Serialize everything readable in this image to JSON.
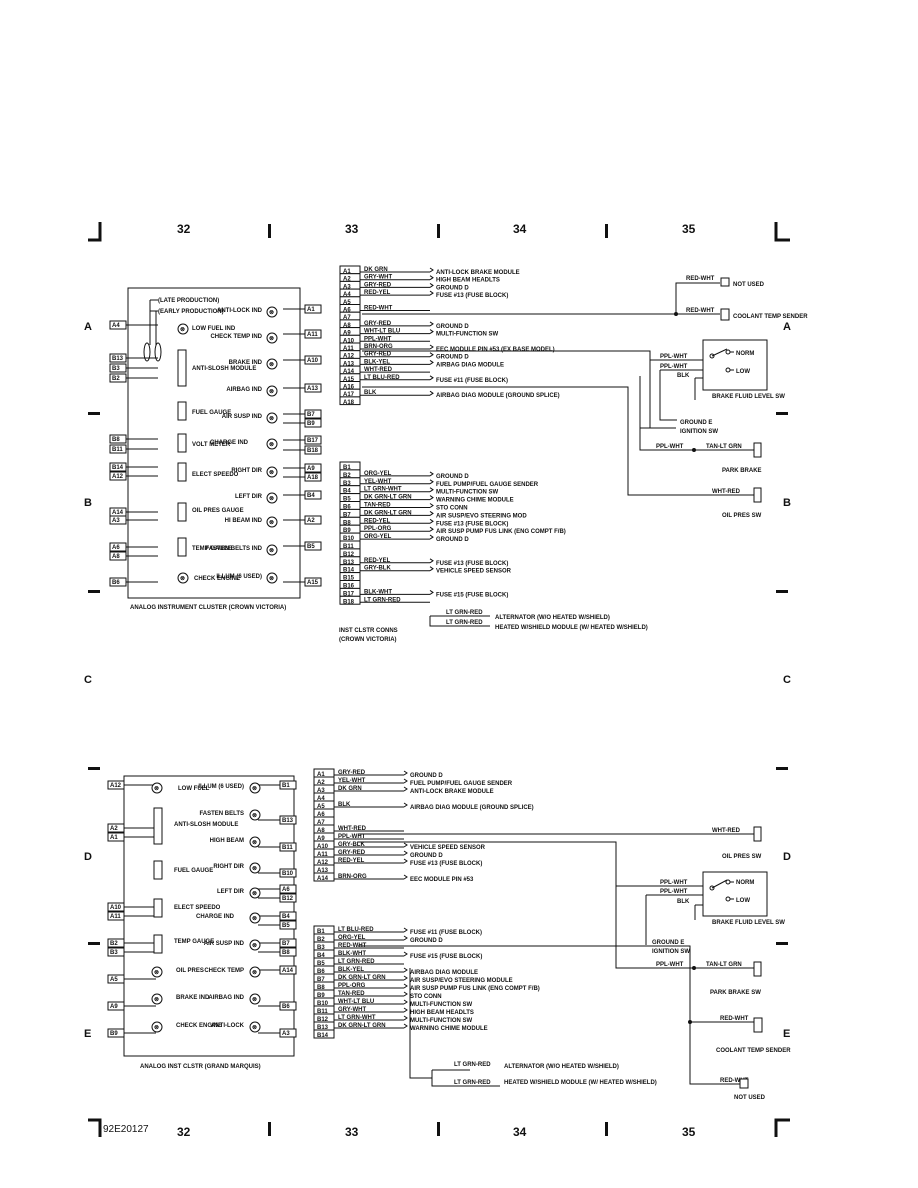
{
  "page_id": "92E20127",
  "grid": {
    "columns": [
      "32",
      "33",
      "34",
      "35"
    ],
    "rows": [
      "A",
      "B",
      "C",
      "D",
      "E"
    ]
  },
  "top_cluster": {
    "title": "ANALOG INSTRUMENT CLUSTER (CROWN VICTORIA)",
    "notes": [
      "(LATE PRODUCTION)",
      "(EARLY PRODUCTION)"
    ],
    "left_pins": [
      "A4",
      "B13",
      "B3",
      "B2",
      "B8",
      "B11",
      "B14",
      "A12",
      "A14",
      "A3",
      "A6",
      "A8",
      "B6"
    ],
    "right_pins": [
      "A1",
      "A11",
      "A10",
      "A13",
      "B7",
      "B9",
      "B17",
      "B18",
      "A9",
      "A18",
      "B4",
      "A2",
      "B5",
      "A15"
    ],
    "left_components": [
      "LOW FUEL IND",
      "ANTI-SLOSH MODULE",
      "FUEL GAUGE",
      "VOLT METER",
      "ELECT SPEEDO",
      "OIL PRES GAUGE",
      "TEMP GAUGE",
      "CHECK ENGINE"
    ],
    "right_components": [
      "ANTI-LOCK IND",
      "CHECK TEMP IND",
      "BRAKE IND",
      "AIRBAG IND",
      "AIR SUSP IND",
      "CHARGE IND",
      "RIGHT DIR",
      "LEFT DIR",
      "HI BEAM IND",
      "FASTEN BELTS IND",
      "ILLUM (6 USED)"
    ],
    "connector_caption": [
      "INST CLSTR CONNS",
      "(CROWN VICTORIA)"
    ],
    "a_pins": [
      {
        "pin": "A1",
        "wire": "DK GRN",
        "dest": "ANTI-LOCK BRAKE MODULE"
      },
      {
        "pin": "A2",
        "wire": "GRY-WHT",
        "dest": "HIGH BEAM HEADLTS"
      },
      {
        "pin": "A3",
        "wire": "GRY-RED",
        "dest": "GROUND D"
      },
      {
        "pin": "A4",
        "wire": "RED-YEL",
        "dest": "FUSE #13 (FUSE BLOCK)"
      },
      {
        "pin": "A5",
        "wire": "",
        "dest": ""
      },
      {
        "pin": "A6",
        "wire": "RED-WHT",
        "dest": ""
      },
      {
        "pin": "A7",
        "wire": "",
        "dest": ""
      },
      {
        "pin": "A8",
        "wire": "GRY-RED",
        "dest": "GROUND D"
      },
      {
        "pin": "A9",
        "wire": "WHT-LT BLU",
        "dest": "MULTI-FUNCTION SW"
      },
      {
        "pin": "A10",
        "wire": "PPL-WHT",
        "dest": ""
      },
      {
        "pin": "A11",
        "wire": "BRN-ORG",
        "dest": "EEC MODULE PIN #53 (EX BASE MODEL)"
      },
      {
        "pin": "A12",
        "wire": "GRY-RED",
        "dest": "GROUND D"
      },
      {
        "pin": "A13",
        "wire": "BLK-YEL",
        "dest": "AIRBAG DIAG MODULE"
      },
      {
        "pin": "A14",
        "wire": "WHT-RED",
        "dest": ""
      },
      {
        "pin": "A15",
        "wire": "LT BLU-RED",
        "dest": "FUSE #11 (FUSE BLOCK)"
      },
      {
        "pin": "A16",
        "wire": "",
        "dest": ""
      },
      {
        "pin": "A17",
        "wire": "BLK",
        "dest": "AIRBAG DIAG MODULE (GROUND SPLICE)"
      },
      {
        "pin": "A18",
        "wire": "",
        "dest": ""
      }
    ],
    "b_pins": [
      {
        "pin": "B1",
        "wire": "",
        "dest": ""
      },
      {
        "pin": "B2",
        "wire": "ORG-YEL",
        "dest": "GROUND D"
      },
      {
        "pin": "B3",
        "wire": "YEL-WHT",
        "dest": "FUEL PUMP/FUEL GAUGE SENDER"
      },
      {
        "pin": "B4",
        "wire": "LT GRN-WHT",
        "dest": "MULTI-FUNCTION SW"
      },
      {
        "pin": "B5",
        "wire": "DK GRN-LT GRN",
        "dest": "WARNING CHIME MODULE"
      },
      {
        "pin": "B6",
        "wire": "TAN-RED",
        "dest": "STO CONN"
      },
      {
        "pin": "B7",
        "wire": "DK GRN-LT GRN",
        "dest": "AIR SUSP/EVO STEERING MOD"
      },
      {
        "pin": "B8",
        "wire": "RED-YEL",
        "dest": "FUSE #13 (FUSE BLOCK)"
      },
      {
        "pin": "B9",
        "wire": "PPL-ORG",
        "dest": "AIR SUSP PUMP FUS LINK (ENG COMPT F/B)"
      },
      {
        "pin": "B10",
        "wire": "ORG-YEL",
        "dest": "GROUND D"
      },
      {
        "pin": "B11",
        "wire": "",
        "dest": ""
      },
      {
        "pin": "B12",
        "wire": "",
        "dest": ""
      },
      {
        "pin": "B13",
        "wire": "RED-YEL",
        "dest": "FUSE #13 (FUSE BLOCK)"
      },
      {
        "pin": "B14",
        "wire": "GRY-BLK",
        "dest": "VEHICLE SPEED SENSOR"
      },
      {
        "pin": "B15",
        "wire": "",
        "dest": ""
      },
      {
        "pin": "B16",
        "wire": "",
        "dest": ""
      },
      {
        "pin": "B17",
        "wire": "BLK-WHT",
        "dest": "FUSE #15 (FUSE BLOCK)"
      },
      {
        "pin": "B18",
        "wire": "LT GRN-RED",
        "dest": ""
      }
    ],
    "b18_branches": [
      {
        "wire": "LT GRN-RED",
        "dest": "ALTERNATOR (W/O HEATED W/SHIELD)"
      },
      {
        "wire": "LT GRN-RED",
        "dest": "HEATED W/SHIELD MODULE (W/ HEATED W/SHIELD)"
      }
    ],
    "external": {
      "not_used": "NOT USED",
      "coolant": "COOLANT TEMP SENDER",
      "norm": "NORM",
      "low": "LOW",
      "brake_fluid": "BRAKE FLUID LEVEL SW",
      "ground_e": "GROUND E",
      "ignition": "IGNITION SW",
      "park_brake": "PARK BRAKE",
      "oil_pres": "OIL PRES SW",
      "w_red_wht_1": "RED-WHT",
      "w_red_wht_2": "RED-WHT",
      "w_ppl_wht_1": "PPL-WHT",
      "w_ppl_wht_2": "PPL-WHT",
      "w_blk": "BLK",
      "w_ppl_wht_3": "PPL-WHT",
      "w_tan_lt_grn": "TAN-LT GRN",
      "w_wht_red": "WHT-RED"
    }
  },
  "bottom_cluster": {
    "title": "ANALOG INST CLSTR (GRAND MARQUIS)",
    "left_pins": [
      "A12",
      "A2",
      "A1",
      "A10",
      "A11",
      "B2",
      "B3",
      "A5",
      "A9",
      "B9"
    ],
    "right_pins": [
      "B1",
      "B13",
      "B11",
      "B10",
      "A6",
      "B12",
      "B4",
      "B5",
      "B7",
      "B8",
      "A14",
      "B6",
      "A3"
    ],
    "left_components": [
      "LOW FUEL",
      "ANTI-SLOSH MODULE",
      "FUEL GAUGE",
      "ELECT SPEEDO",
      "TEMP GAUGE",
      "OIL PRES",
      "BRAKE IND",
      "CHECK ENGINE"
    ],
    "right_components": [
      "ILLUM (6 USED)",
      "FASTEN BELTS",
      "HIGH BEAM",
      "RIGHT DIR",
      "LEFT DIR",
      "CHARGE IND",
      "AIR SUSP IND",
      "CHECK TEMP",
      "AIRBAG IND",
      "ANTI-LOCK"
    ],
    "a_pins": [
      {
        "pin": "A1",
        "wire": "GRY-RED",
        "dest": "GROUND D"
      },
      {
        "pin": "A2",
        "wire": "YEL-WHT",
        "dest": "FUEL PUMP/FUEL GAUGE SENDER"
      },
      {
        "pin": "A3",
        "wire": "DK GRN",
        "dest": "ANTI-LOCK BRAKE MODULE"
      },
      {
        "pin": "A4",
        "wire": "",
        "dest": ""
      },
      {
        "pin": "A5",
        "wire": "BLK",
        "dest": "AIRBAG DIAG MODULE (GROUND SPLICE)"
      },
      {
        "pin": "A6",
        "wire": "",
        "dest": ""
      },
      {
        "pin": "A7",
        "wire": "",
        "dest": ""
      },
      {
        "pin": "A8",
        "wire": "WHT-RED",
        "dest": ""
      },
      {
        "pin": "A9",
        "wire": "PPL-WHT",
        "dest": ""
      },
      {
        "pin": "A10",
        "wire": "GRY-BLK",
        "dest": "VEHICLE SPEED SENSOR"
      },
      {
        "pin": "A11",
        "wire": "GRY-RED",
        "dest": "GROUND D"
      },
      {
        "pin": "A12",
        "wire": "RED-YEL",
        "dest": "FUSE #13 (FUSE BLOCK)"
      },
      {
        "pin": "A13",
        "wire": "",
        "dest": ""
      },
      {
        "pin": "A14",
        "wire": "BRN-ORG",
        "dest": "EEC MODULE PIN #53"
      }
    ],
    "b_pins": [
      {
        "pin": "B1",
        "wire": "LT BLU-RED",
        "dest": "FUSE #11 (FUSE BLOCK)"
      },
      {
        "pin": "B2",
        "wire": "ORG-YEL",
        "dest": "GROUND D"
      },
      {
        "pin": "B3",
        "wire": "RED-WHT",
        "dest": ""
      },
      {
        "pin": "B4",
        "wire": "BLK-WHT",
        "dest": "FUSE #15 (FUSE BLOCK)"
      },
      {
        "pin": "B5",
        "wire": "LT GRN-RED",
        "dest": ""
      },
      {
        "pin": "B6",
        "wire": "BLK-YEL",
        "dest": "AIRBAG DIAG MODULE"
      },
      {
        "pin": "B7",
        "wire": "DK GRN-LT GRN",
        "dest": "AIR SUSP/EVO STEERING MODULE"
      },
      {
        "pin": "B8",
        "wire": "PPL-ORG",
        "dest": "AIR SUSP PUMP FUS LINK (ENG COMPT F/B)"
      },
      {
        "pin": "B9",
        "wire": "TAN-RED",
        "dest": "STO CONN"
      },
      {
        "pin": "B10",
        "wire": "WHT-LT BLU",
        "dest": "MULTI-FUNCTION SW"
      },
      {
        "pin": "B11",
        "wire": "GRY-WHT",
        "dest": "HIGH BEAM HEADLTS"
      },
      {
        "pin": "B12",
        "wire": "LT GRN-WHT",
        "dest": "MULTI-FUNCTION SW"
      },
      {
        "pin": "B13",
        "wire": "DK GRN-LT GRN",
        "dest": "WARNING CHIME MODULE"
      },
      {
        "pin": "B14",
        "wire": "",
        "dest": ""
      }
    ],
    "b5_branches": [
      {
        "wire": "LT GRN-RED",
        "dest": "ALTERNATOR (W/O HEATED W/SHIELD)"
      },
      {
        "wire": "LT GRN-RED",
        "dest": "HEATED W/SHIELD MODULE (W/ HEATED W/SHIELD)"
      }
    ],
    "external": {
      "oil_pres": "OIL PRES SW",
      "w_wht_red": "WHT-RED",
      "norm": "NORM",
      "low": "LOW",
      "brake_fluid": "BRAKE FLUID LEVEL SW",
      "ground_e": "GROUND E",
      "ignition": "IGNITION SW",
      "park_brake": "PARK BRAKE SW",
      "coolant": "COOLANT TEMP SENDER",
      "not_used": "NOT USED",
      "w_ppl_wht_1": "PPL-WHT",
      "w_ppl_wht_2": "PPL-WHT",
      "w_blk": "BLK",
      "w_ppl_wht_3": "PPL-WHT",
      "w_tan_lt_grn": "TAN-LT GRN",
      "w_red_wht_1": "RED-WHT",
      "w_red_wht_2": "RED-WHT"
    }
  }
}
